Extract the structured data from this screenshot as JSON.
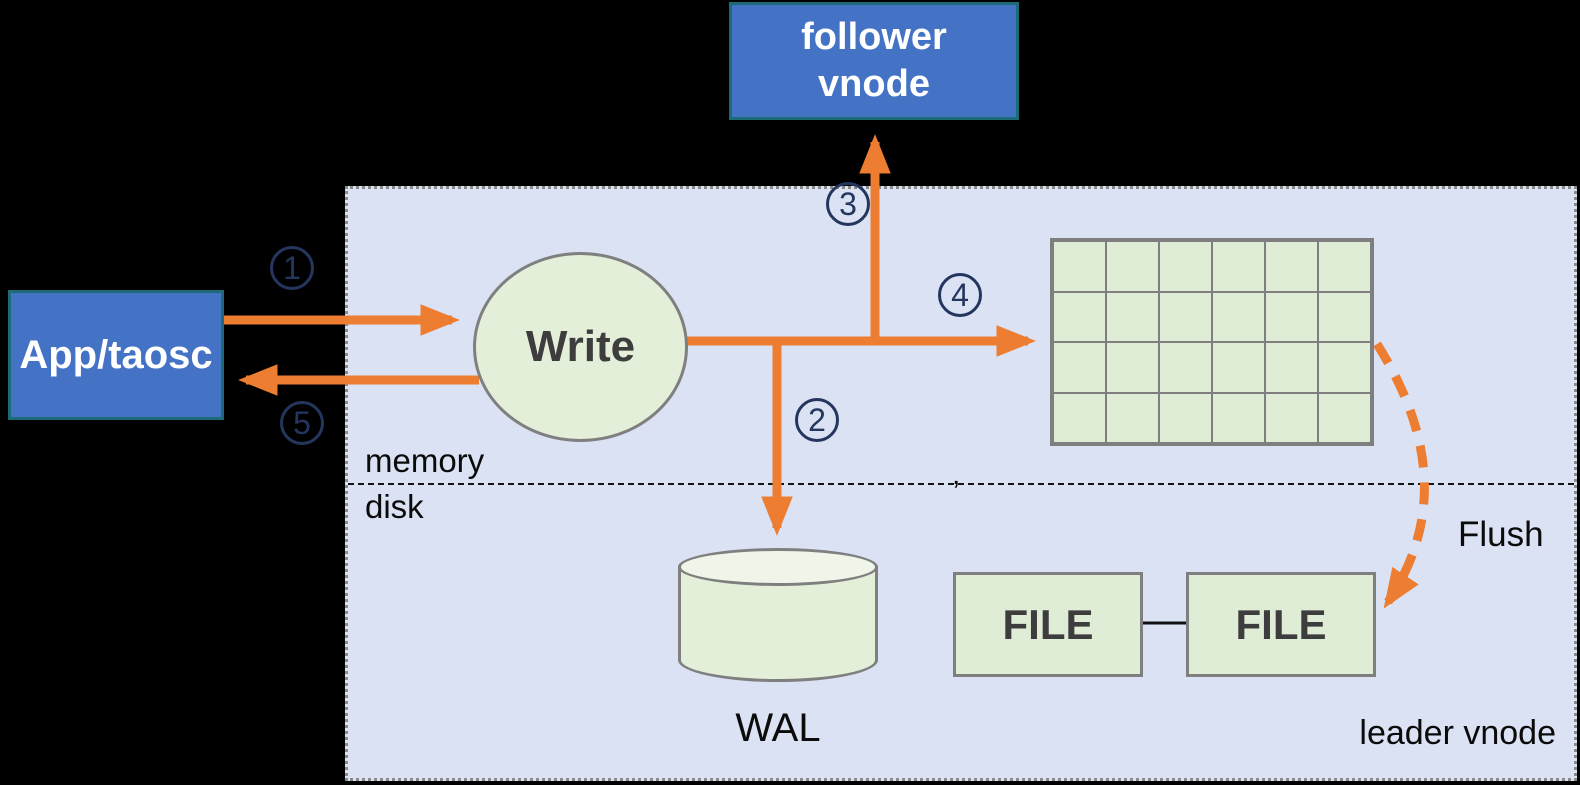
{
  "diagram": {
    "nodes": {
      "app": {
        "label": "App/taosc"
      },
      "follower": {
        "line1": "follower",
        "line2": "vnode"
      },
      "write": {
        "label": "Write"
      },
      "wal": {
        "label": "WAL"
      },
      "file_left": {
        "label": "FILE"
      },
      "file_right": {
        "label": "FILE"
      }
    },
    "grid": {
      "rows": 4,
      "cols": 6
    },
    "zones": {
      "memory": "memory",
      "disk": "disk"
    },
    "labels": {
      "flush": "Flush",
      "leader": "leader vnode",
      "comma_artifact": ","
    },
    "steps": [
      {
        "id": "step-1",
        "label": "1"
      },
      {
        "id": "step-2",
        "label": "2"
      },
      {
        "id": "step-3",
        "label": "3"
      },
      {
        "id": "step-4",
        "label": "4"
      },
      {
        "id": "step-5",
        "label": "5"
      }
    ],
    "colors": {
      "arrow_orange": "#ED7D31",
      "step_navy": "#24365E",
      "node_blue_fill": "#4472C4",
      "node_blue_border": "#1E6B78",
      "node_green_fill": "#E3EFD9",
      "node_green_border": "#7F7F7F",
      "container_fill": "#DBE2F3",
      "background": "#000000",
      "dark_text": "#3D3D3D"
    }
  }
}
